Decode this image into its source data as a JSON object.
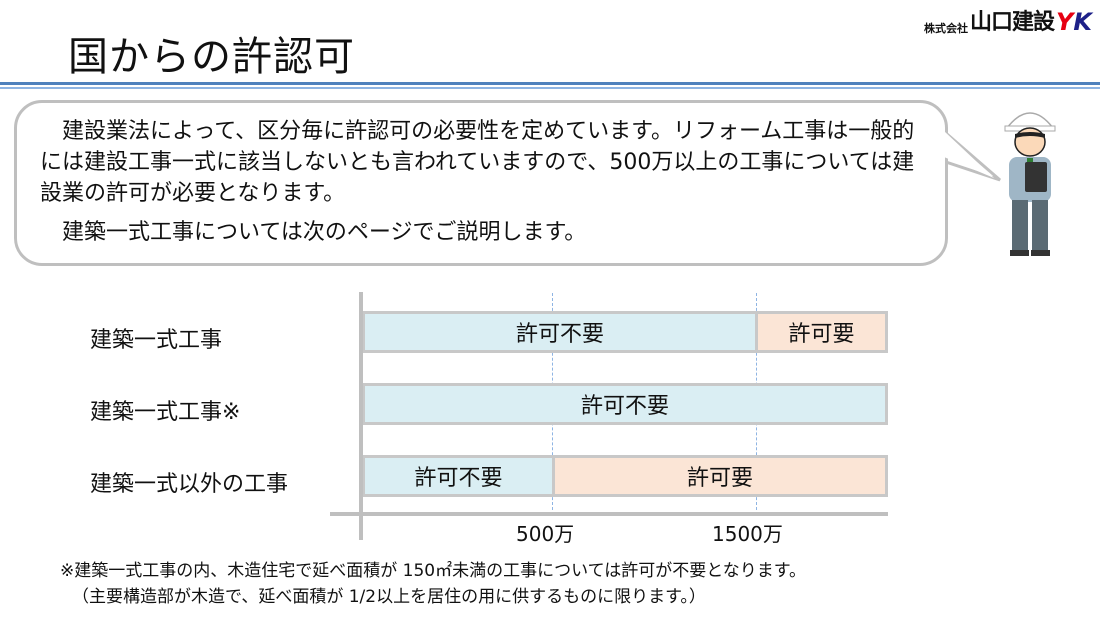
{
  "header": {
    "title": "国からの許認可",
    "logo_company_small": "株式会社",
    "logo_company": "山口建設",
    "logo_mark": "YK"
  },
  "bubble": {
    "lines": [
      "　建設業法によって、区分毎に許認可の必要性を定めています。リフォーム工事は一般的には建設工事一式に該当しないとも言われていますので、500万以上の工事については建設業の許可が必要となります。",
      "　建築一式工事については次のページでご説明します。"
    ]
  },
  "colors": {
    "not_required": "#daeef3",
    "required": "#fbe5d6",
    "rule": "#4f81bd"
  },
  "chart": {
    "rows": [
      {
        "label": "建築一式工事",
        "segments": [
          {
            "text": "許可不要",
            "type": "not_required"
          },
          {
            "text": "許可要",
            "type": "required"
          }
        ]
      },
      {
        "label": "建築一式工事※",
        "segments": [
          {
            "text": "許可不要",
            "type": "not_required"
          }
        ]
      },
      {
        "label": "建築一式以外の工事",
        "segments": [
          {
            "text": "許可不要",
            "type": "not_required"
          },
          {
            "text": "許可要",
            "type": "required"
          }
        ]
      }
    ],
    "ticks": [
      "500万",
      "1500万"
    ]
  },
  "notes": [
    "※建築一式工事の内、木造住宅で延べ面積が 150㎡未満の工事については許可が不要となります。",
    "（主要構造部が木造で、延べ面積が 1/2以上を居住の用に供するものに限ります。）"
  ]
}
